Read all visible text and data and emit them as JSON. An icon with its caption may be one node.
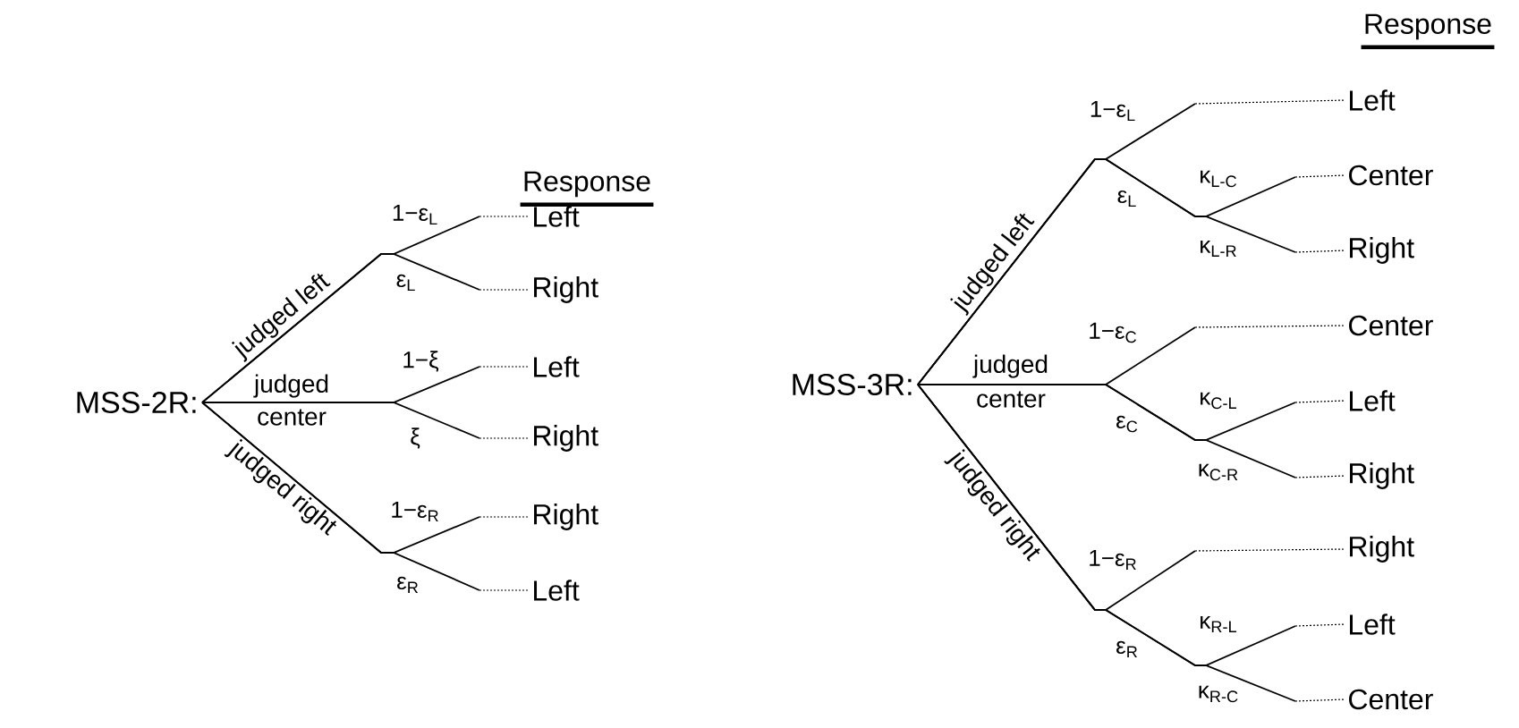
{
  "diagram": {
    "nodes": [
      {
        "text": [
          "MSS-2R:"
        ]
      },
      {
        "text": [
          "Left"
        ]
      },
      {
        "text": [
          "Right"
        ]
      },
      {
        "text": [
          "Left"
        ]
      },
      {
        "text": [
          "Right"
        ]
      },
      {
        "text": [
          "Right"
        ]
      },
      {
        "text": [
          "Left"
        ]
      },
      {
        "text": [
          "MSS-3R:"
        ]
      },
      {
        "text": [
          "Left"
        ]
      },
      {
        "text": [
          "Center"
        ]
      },
      {
        "text": [
          "Right"
        ]
      },
      {
        "text": [
          "Center"
        ]
      },
      {
        "text": [
          "Left"
        ]
      },
      {
        "text": [
          "Right"
        ]
      },
      {
        "text": [
          "Right"
        ]
      },
      {
        "text": [
          "Left"
        ]
      },
      {
        "text": [
          "Center"
        ]
      }
    ],
    "edges": [
      {
        "from": 0,
        "to": 1,
        "arrow": "none"
      },
      {
        "from": 0,
        "to": 2,
        "arrow": "none"
      },
      {
        "from": 0,
        "to": 3,
        "arrow": "none"
      },
      {
        "from": 0,
        "to": 4,
        "arrow": "none"
      },
      {
        "from": 0,
        "to": 5,
        "arrow": "none"
      },
      {
        "from": 0,
        "to": 6,
        "arrow": "none"
      },
      {
        "from": 7,
        "to": 8,
        "arrow": "none"
      },
      {
        "from": 7,
        "to": 9,
        "arrow": "none"
      },
      {
        "from": 7,
        "to": 10,
        "arrow": "none"
      },
      {
        "from": 7,
        "to": 11,
        "arrow": "none"
      },
      {
        "from": 7,
        "to": 12,
        "arrow": "none"
      },
      {
        "from": 7,
        "to": 13,
        "arrow": "none"
      },
      {
        "from": 7,
        "to": 14,
        "arrow": "none"
      },
      {
        "from": 7,
        "to": 15,
        "arrow": "none"
      },
      {
        "from": 7,
        "to": 16,
        "arrow": "none"
      }
    ],
    "labels": [
      "Response",
      "judged left",
      "1−ε$_{L}$",
      "ε$_{L}$",
      "judged",
      "center",
      "1−ξ",
      "ξ",
      "judged right",
      "1−ε$_{R}$",
      "ε$_{R}$",
      "Response",
      "1−ε$_{L}$",
      "judged left",
      "ε$_{L}$",
      "κ$_{L-C}$",
      "κ$_{L-R}$",
      "judged",
      "center",
      "1−ε$_{C}$",
      "ε$_{C}$",
      "κ$_{C-L}$",
      "κ$_{C-R}$",
      "judged right",
      "1−ε$_{R}$",
      "ε$_{R}$",
      "κ$_{R-L}$",
      "κ$_{R-C}$"
    ]
  }
}
